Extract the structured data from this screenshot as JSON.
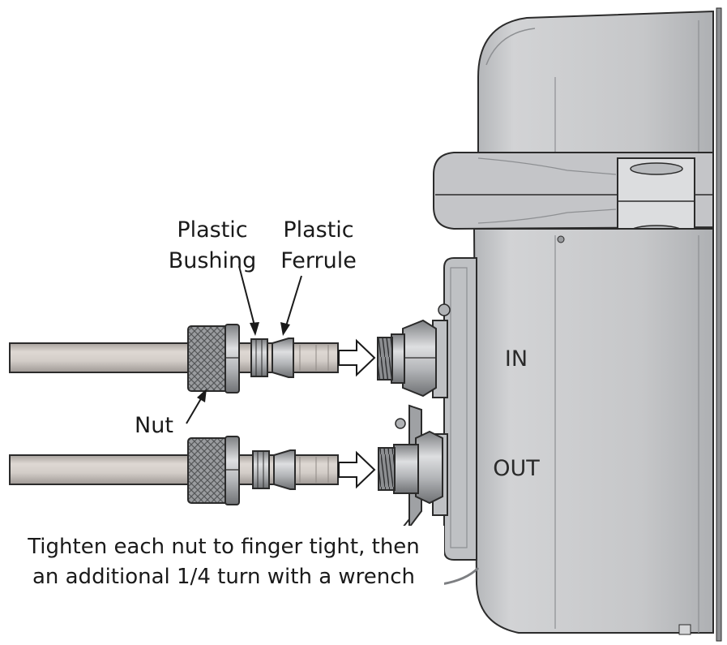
{
  "labels": {
    "plastic_bushing": [
      "Plastic",
      "Bushing"
    ],
    "plastic_ferrule": [
      "Plastic",
      "Ferrule"
    ],
    "nut": "Nut",
    "port_in": "IN",
    "port_out": "OUT"
  },
  "instruction": [
    "Tighten each nut to finger tight, then",
    "an additional 1/4 turn with a wrench"
  ],
  "colors": {
    "housing": "#c9cacc",
    "housing_dark": "#a9abae",
    "tube": "#d3cdc8",
    "metal": "#b6b8bb",
    "outline": "#2b2b2b"
  }
}
